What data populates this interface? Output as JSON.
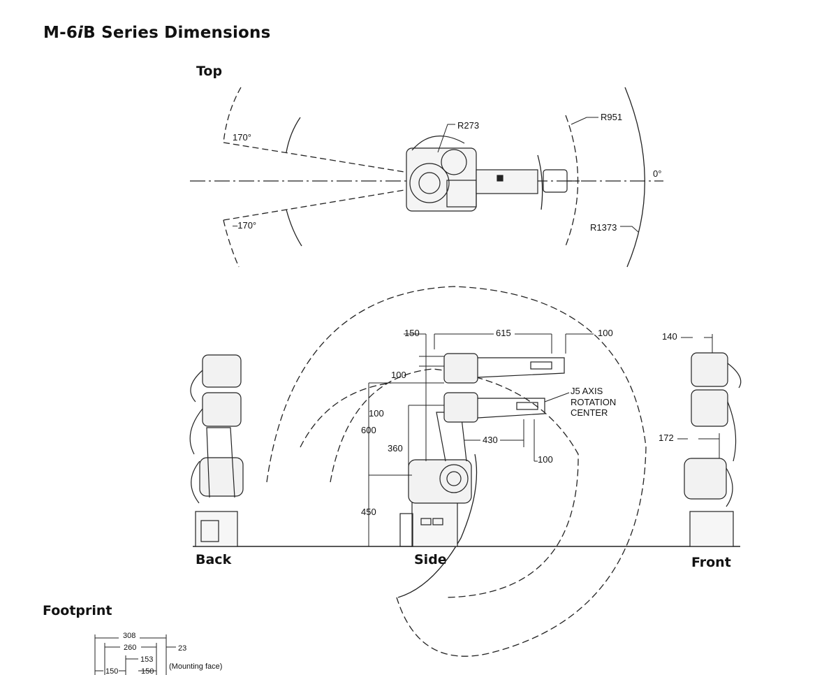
{
  "page": {
    "title_prefix": "M-6",
    "title_italic": "i",
    "title_suffix": "B Series Dimensions"
  },
  "views": {
    "top": "Top",
    "back": "Back",
    "side": "Side",
    "front": "Front",
    "footprint": "Footprint"
  },
  "top_view": {
    "angle_pos": "170°",
    "angle_neg": "–170°",
    "angle_zero": "0°",
    "radius_inner": "R273",
    "radius_mid": "R951",
    "radius_outer": "R1373"
  },
  "side_view": {
    "dim_150": "150",
    "dim_615": "615",
    "dim_100_top": "100",
    "dim_100_a": "100",
    "dim_100_b": "100",
    "dim_600": "600",
    "dim_360": "360",
    "dim_450": "450",
    "dim_430": "430",
    "dim_100_bottom": "100",
    "j5_label_line1": "J5 AXIS",
    "j5_label_line2": "ROTATION",
    "j5_label_line3": "CENTER"
  },
  "front_view": {
    "dim_140": "140",
    "dim_172": "172"
  },
  "footprint_view": {
    "dim_308": "308",
    "dim_260": "260",
    "dim_23": "23",
    "dim_153": "153",
    "dim_150_a": "150",
    "dim_150_b": "150",
    "mounting_face": "(Mounting face)"
  }
}
